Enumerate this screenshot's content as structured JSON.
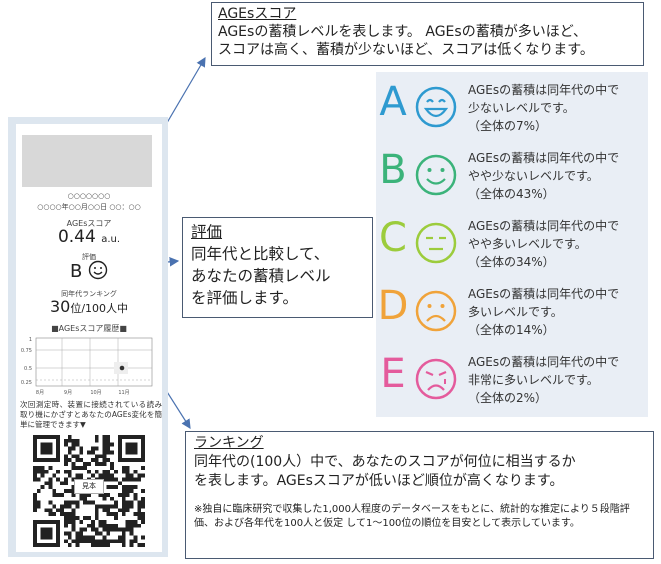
{
  "receipt": {
    "dots_line1": "○○○○○○○",
    "dots_line2": "○○○○年○○月○○日 ○○：○○",
    "score_label": "AGEsスコア",
    "score_value": "0.44",
    "score_unit": "a.u.",
    "eval_label": "評価",
    "grade": "B",
    "rank_label": "同年代ランキング",
    "rank_value": "30",
    "rank_suffix": "位/100人中",
    "history_title": "■AGEsスコア履歴■",
    "history_chart": {
      "y_ticks": [
        "1",
        "0.75",
        "0.5",
        "0.25"
      ],
      "x_ticks": [
        "8月",
        "9月",
        "10月",
        "11月"
      ]
    },
    "qr_text": "次回測定時、装置に接続されている読み取り機にかざすとあなたのAGEs変化を簡単に管理できます▼",
    "qr_label": "見本"
  },
  "ages_box": {
    "title": "AGEsスコア",
    "line1": "AGEsの蓄積レベルを表します。 AGEsの蓄積が多いほど、",
    "line2": "スコアは高く、蓄積が少ないほど、スコアは低くなります。"
  },
  "eval_box": {
    "title": "評価",
    "line1": "同年代と比較して、",
    "line2": "あなたの蓄積レベル",
    "line3": "を評価します。"
  },
  "rank_box": {
    "title": "ランキング",
    "line1": "同年代の(100人）中で、あなたのスコアが何位に相当するか",
    "line2": "を表します。AGEsスコアが低いほど順位が高くなります。",
    "note": "※独自に臨床研究で収集した1,000人程度のデータベースをもとに、統計的な推定により５段階評価、および各年代を100人と仮定 して1～100位の順位を目安として表示しています。"
  },
  "grades": [
    {
      "letter": "A",
      "color": "#2e9ad0",
      "face": "very-happy",
      "line1": "AGEsの蓄積は同年代の中で",
      "line2": "少ないレベルです。",
      "line3": "（全体の7%）"
    },
    {
      "letter": "B",
      "color": "#3bb37a",
      "face": "happy",
      "line1": "AGEsの蓄積は同年代の中で",
      "line2": "やや少ないレベルです。",
      "line3": "（全体の43%）"
    },
    {
      "letter": "C",
      "color": "#9ccc3c",
      "face": "neutral",
      "line1": "AGEsの蓄積は同年代の中で",
      "line2": "やや多いレベルです。",
      "line3": "（全体の34%）"
    },
    {
      "letter": "D",
      "color": "#f0a33a",
      "face": "sad",
      "line1": "AGEsの蓄積は同年代の中で",
      "line2": "多いレベルです。",
      "line3": "（全体の14%）"
    },
    {
      "letter": "E",
      "color": "#e45b9c",
      "face": "very-sad",
      "line1": "AGEsの蓄積は同年代の中で",
      "line2": "非常に多いレベルです。",
      "line3": "（全体の2%）"
    }
  ]
}
